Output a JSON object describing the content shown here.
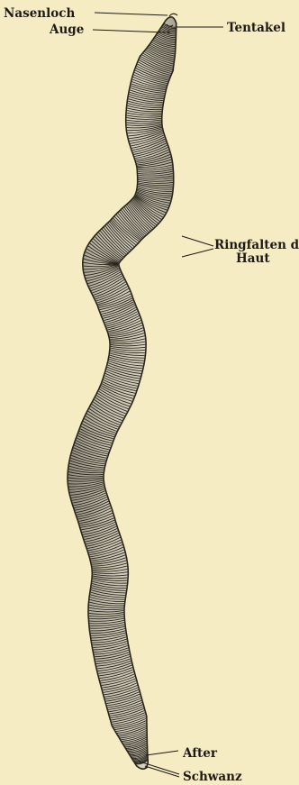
{
  "labels": {
    "nasenloch": "Nasenloch",
    "auge": "Auge",
    "tentakel": "Tentakel",
    "ringfalten_line1": "Ringfalten der",
    "ringfalten_line2": "Haut",
    "after": "After",
    "schwanz": "Schwanz"
  },
  "colors": {
    "background": "#f6ecc4",
    "body_fill": "#c9c3ad",
    "ink": "#1d1a14"
  }
}
